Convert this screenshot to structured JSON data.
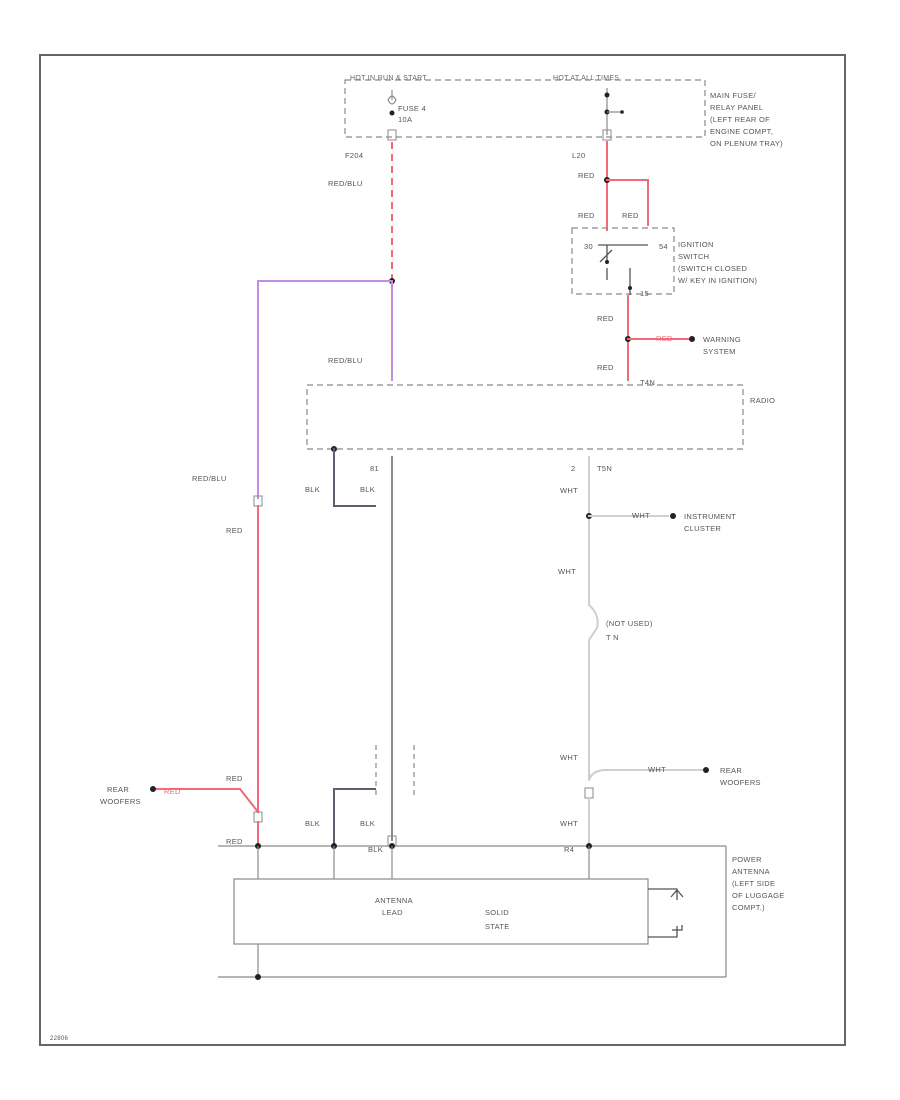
{
  "colors": {
    "red": "#f06a78",
    "purple": "#c58be0",
    "gray": "#8c8c8c",
    "dark_gray": "#5f5f70",
    "white_wire": "#cfcfcf",
    "black": "#222222"
  },
  "labels": {
    "hot_run_start": "HOT IN RUN & START",
    "hot_all_times": "HOT AT ALL TIMES",
    "fuse_4": "FUSE 4",
    "fuse_4_amps": "10A",
    "main_fuse_1": "MAIN FUSE/",
    "main_fuse_2": "RELAY PANEL",
    "main_fuse_3": "(LEFT REAR OF",
    "main_fuse_4": "ENGINE COMPT,",
    "main_fuse_5": "ON PLENUM TRAY)",
    "f204": "F204",
    "l20": "L20",
    "red_blu_top": "RED/BLU",
    "red_1": "RED",
    "red_2": "RED",
    "red_3": "RED",
    "sw_30": "30",
    "sw_54": "54",
    "sw_15": "15",
    "ignition_1": "IGNITION",
    "ignition_2": "SWITCH",
    "ignition_3": "(SWITCH CLOSED",
    "ignition_4": "W/ KEY IN IGNITION)",
    "red_4": "RED",
    "red_5": "RED",
    "red_6": "RED",
    "warning_1": "WARNING",
    "warning_2": "SYSTEM",
    "t4n": "T4N",
    "red_blu_mid": "RED/BLU",
    "radio": "RADIO",
    "pin_81": "81",
    "pin_2": "2",
    "t5n": "T5N",
    "red_blu_left": "RED/BLU",
    "blk_1": "BLK",
    "blk_2": "BLK",
    "wht_1": "WHT",
    "wht_2": "WHT",
    "instrument_1": "INSTRUMENT",
    "instrument_2": "CLUSTER",
    "red_left": "RED",
    "wht_3": "WHT",
    "not_used": "(NOT USED)",
    "t_n": "T N",
    "red_rear": "RED",
    "rear_woofers_left_1": "REAR",
    "rear_woofers_left_2": "WOOFERS",
    "red_rear_b": "RED",
    "wht_4": "WHT",
    "wht_5": "WHT",
    "rear_woofers_right_1": "REAR",
    "rear_woofers_right_2": "WOOFERS",
    "blk_3": "BLK",
    "blk_4": "BLK",
    "wht_6": "WHT",
    "red_bottom": "RED",
    "pin_blk": "BLK",
    "pin_r": "R4",
    "antenna_1": "ANTENNA",
    "antenna_2": "LEAD",
    "solid_1": "SOLID",
    "solid_2": "STATE",
    "power_1": "POWER",
    "power_2": "ANTENNA",
    "power_3": "(LEFT SIDE",
    "power_4": "OF LUGGAGE",
    "power_5": "COMPT.)",
    "corner_code": "22806"
  }
}
